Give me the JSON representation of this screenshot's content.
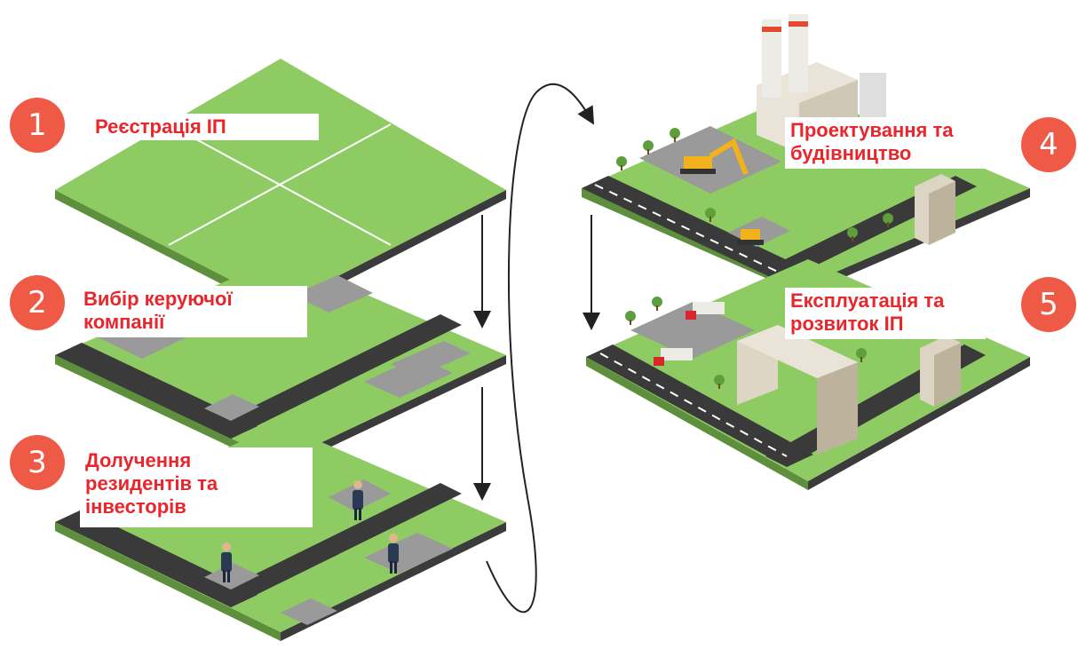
{
  "colors": {
    "grass": "#8fcb63",
    "grass_side": "#5e8f3d",
    "soil": "#3b3b3b",
    "road": "#3a3a3a",
    "pad": "#9a9a9a",
    "badge": "#ef5a46",
    "label_text": "#e8262b",
    "arrow": "#222222"
  },
  "steps": [
    {
      "number": "1",
      "lines": [
        "Реєстрація ІП"
      ]
    },
    {
      "number": "2",
      "lines": [
        "Вибір керуючої",
        "компанії"
      ]
    },
    {
      "number": "3",
      "lines": [
        "Долучення",
        "резидентів та",
        "інвесторів"
      ]
    },
    {
      "number": "4",
      "lines": [
        "Проектування та",
        "будівництво"
      ]
    },
    {
      "number": "5",
      "lines": [
        "Експлуатація та",
        "розвиток ІП"
      ]
    }
  ]
}
